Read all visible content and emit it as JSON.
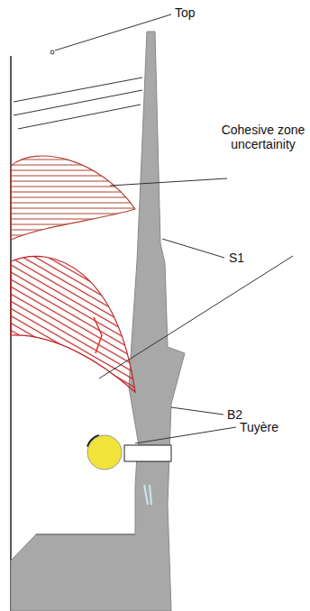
{
  "diagram": {
    "labels": [
      "Top",
      "Cohesive zone uncertainity",
      "S1",
      "B2",
      "Tuyère"
    ]
  }
}
